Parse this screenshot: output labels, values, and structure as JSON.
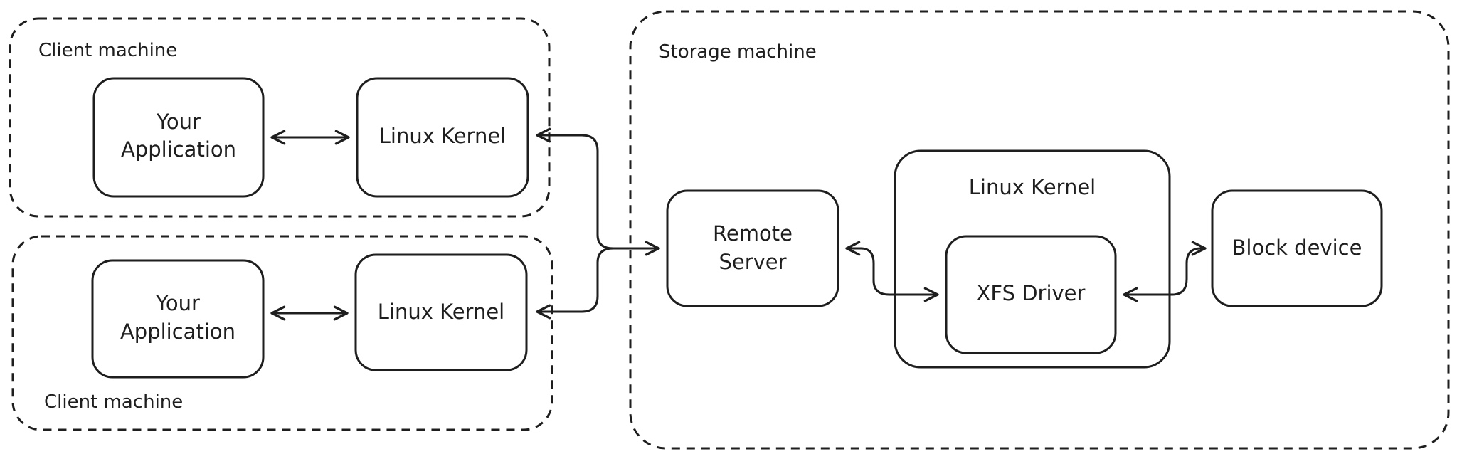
{
  "groups": {
    "client_top": {
      "label": "Client machine"
    },
    "client_bottom": {
      "label": "Client machine"
    },
    "storage": {
      "label": "Storage machine"
    }
  },
  "nodes": {
    "app_top": {
      "line1": "Your",
      "line2": "Application"
    },
    "kernel_top": {
      "label": "Linux Kernel"
    },
    "app_bottom": {
      "line1": "Your",
      "line2": "Application"
    },
    "kernel_bottom": {
      "label": "Linux Kernel"
    },
    "remote_server": {
      "line1": "Remote",
      "line2": "Server"
    },
    "storage_kernel": {
      "label": "Linux Kernel"
    },
    "xfs_driver": {
      "label": "XFS Driver"
    },
    "block_device": {
      "label": "Block device"
    }
  },
  "colors": {
    "stroke": "#1e1e1e",
    "background": "#ffffff"
  }
}
